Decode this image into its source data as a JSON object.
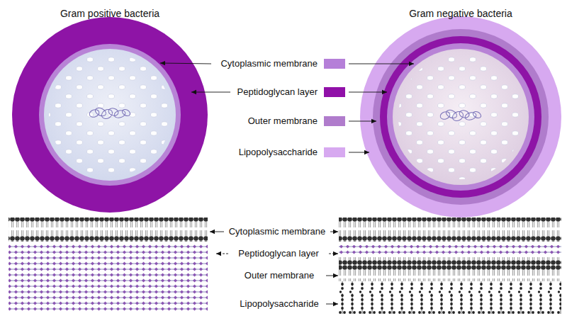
{
  "diagram": {
    "nodes": [
      {
        "text": [
          "Gram positive bacteria"
        ]
      },
      {
        "text": [
          "Gram negative bacteria"
        ]
      }
    ],
    "labels": [
      "Cytoplasmic membrane",
      "Peptidoglycan layer",
      "Outer membrane",
      "Lipopolysaccharide"
    ],
    "legend": [
      {
        "text": "Cytoplasmic membrane",
        "color": "#b57fd8"
      },
      {
        "text": "Peptidoglycan layer",
        "color": "#9010a8"
      },
      {
        "text": "Outer membrane",
        "color": "#b07ccc"
      },
      {
        "text": "Lipopolysaccharide",
        "color": "#d7a9f0"
      }
    ]
  }
}
